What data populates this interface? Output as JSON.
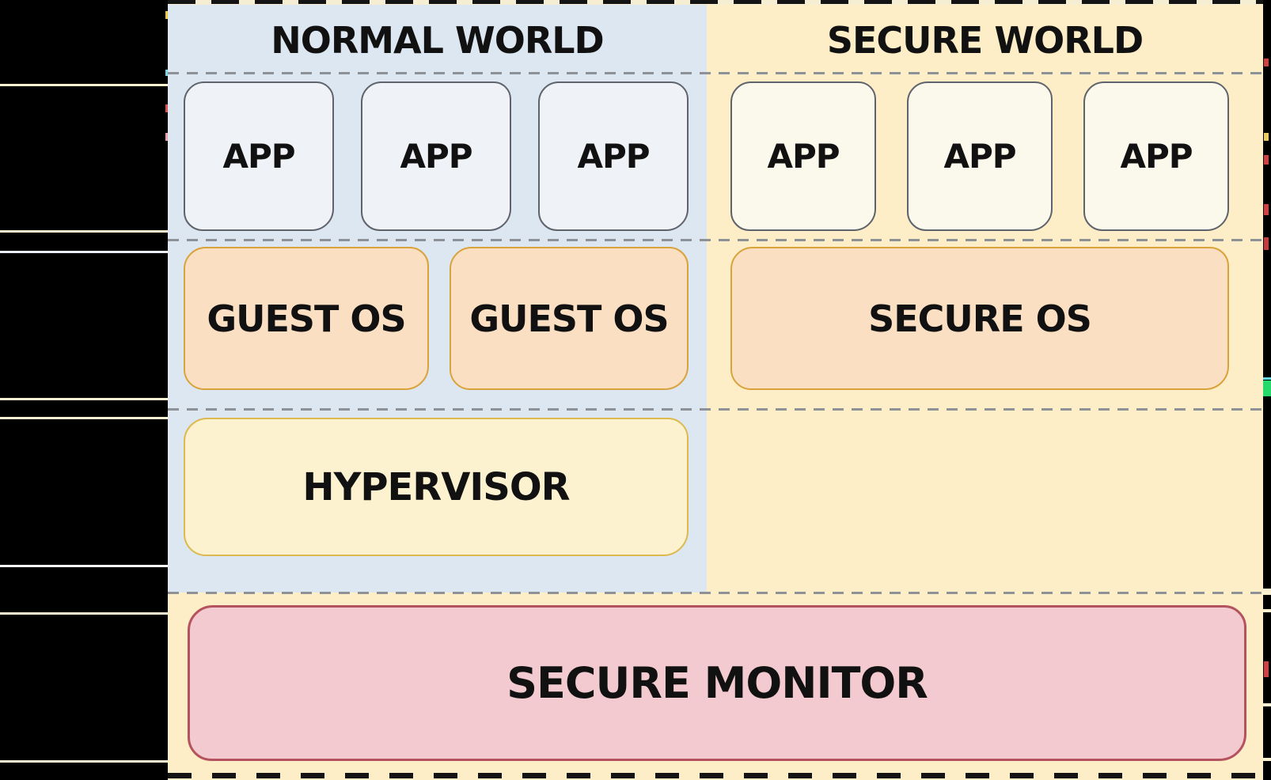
{
  "normal_world": {
    "title": "NORMAL WORLD",
    "apps": [
      "APP",
      "APP",
      "APP"
    ],
    "guest_os": [
      "GUEST OS",
      "GUEST OS"
    ],
    "hypervisor": "HYPERVISOR"
  },
  "secure_world": {
    "title": "SECURE WORLD",
    "apps": [
      "APP",
      "APP",
      "APP"
    ],
    "secure_os": "SECURE OS"
  },
  "secure_monitor": "SECURE MONITOR",
  "colors": {
    "normal_bg": "#dce7f2",
    "secure_bg": "#fdeec7",
    "outer_band": "#f6eed3",
    "app_normal_fill": "#eff2f7",
    "app_secure_fill": "#fbf8ec",
    "app_border": "#5f636b",
    "os_fill": "#fbdfc2",
    "os_border": "#d9a33c",
    "hyp_fill": "#fdf2d0",
    "hyp_border": "#ddb94f",
    "monitor_fill": "#f3cacf",
    "monitor_border": "#b4525e",
    "dash_color": "#8e9296",
    "text_color": "#111111",
    "artifact_cream": "#fbf0d0"
  }
}
